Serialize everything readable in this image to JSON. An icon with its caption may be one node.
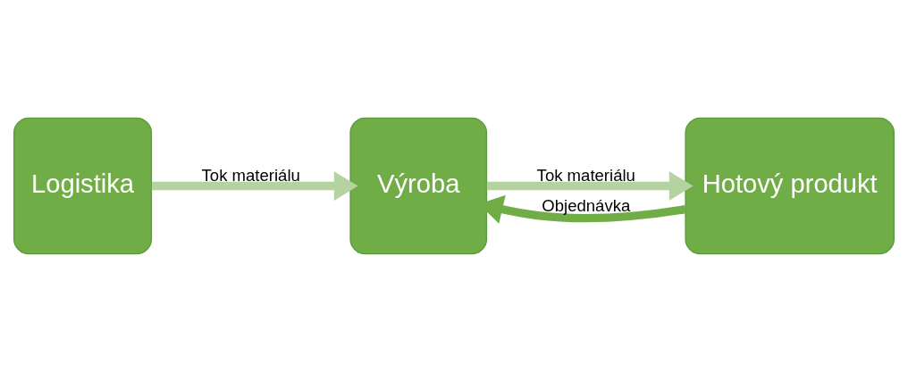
{
  "diagram": {
    "nodes": [
      {
        "text": [
          "Logistika"
        ]
      },
      {
        "text": [
          "Výroba"
        ]
      },
      {
        "text": [
          "Hotový produkt"
        ]
      }
    ],
    "edges": [
      {
        "from": 0,
        "to": 1,
        "arrow": "to",
        "label": "Tok materiálu"
      },
      {
        "from": 1,
        "to": 2,
        "arrow": "to",
        "label": "Tok materiálu"
      },
      {
        "from": 2,
        "to": 1,
        "arrow": "to",
        "label": "Objednávka",
        "color": "#70ad47"
      }
    ]
  }
}
